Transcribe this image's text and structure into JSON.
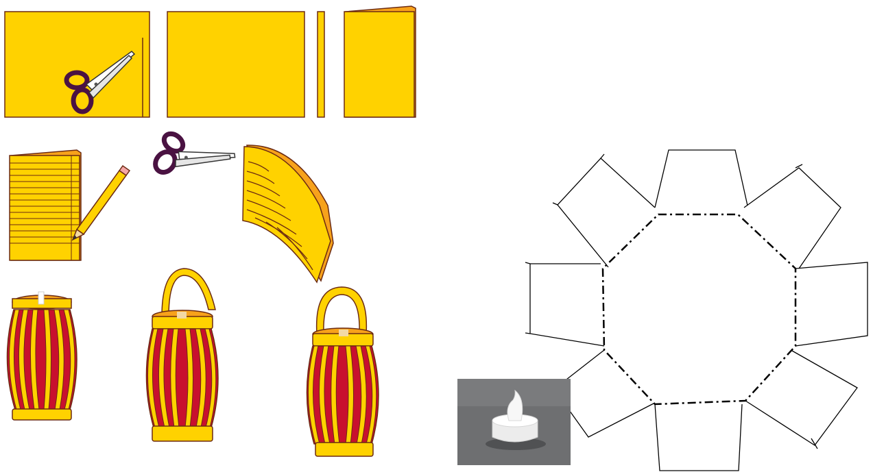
{
  "colors": {
    "paper_yellow": "#FFD200",
    "paper_orange": "#F7A21B",
    "outline_brown": "#6B2A12",
    "scissor_handle": "#4A1242",
    "lantern_red": "#C8102E",
    "candle_bg": "#6E6F71",
    "net_line": "#000000"
  },
  "steps": [
    {
      "id": "cut-strip",
      "icons": [
        "scissors-icon"
      ]
    },
    {
      "id": "separate-strip"
    },
    {
      "id": "fold-sheet"
    },
    {
      "id": "draw-lines",
      "icons": [
        "pencil-icon"
      ]
    },
    {
      "id": "cut-slits",
      "icons": [
        "scissors-icon"
      ]
    },
    {
      "id": "form-lantern"
    },
    {
      "id": "add-handle"
    },
    {
      "id": "finished-lantern"
    }
  ],
  "net": {
    "shape": "octagon",
    "flaps": 8,
    "fold_line": "dash-dot"
  },
  "photo": {
    "subject": "led-tealight-candle"
  }
}
